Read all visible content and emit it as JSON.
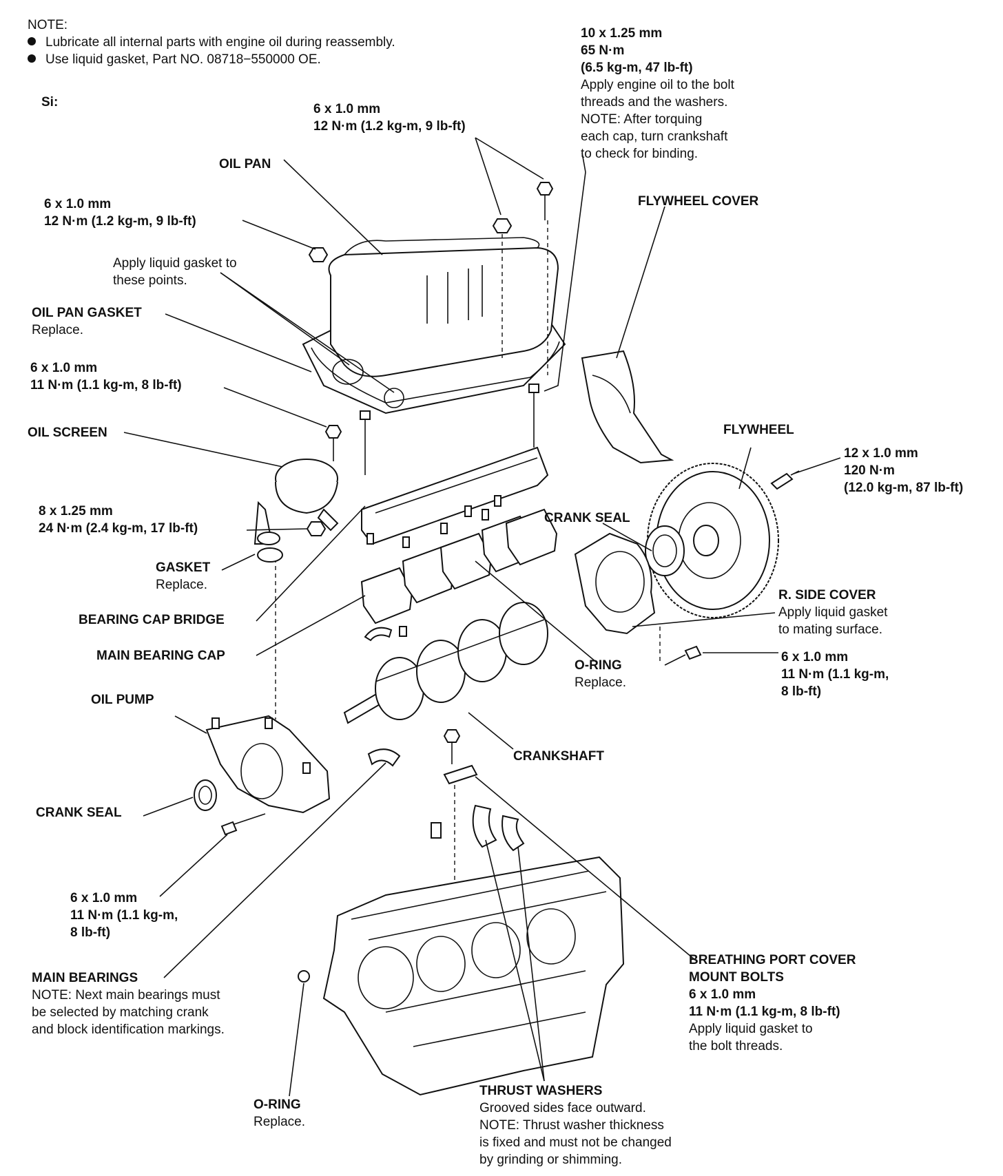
{
  "notes": {
    "heading": "NOTE:",
    "bullets": [
      "Lubricate all internal parts with engine oil during reassembly.",
      "Use liquid gasket, Part NO. 08718−550000 OE."
    ],
    "model": "Si:"
  },
  "labels": {
    "main_cap_bolt": [
      "10 x 1.25 mm",
      "65 N·m",
      "(6.5 kg-m, 47 lb-ft)",
      "Apply engine oil to the bolt",
      "threads and the washers.",
      "NOTE: After torquing",
      "each cap, turn crankshaft",
      "to check for binding."
    ],
    "oil_pan_nut": [
      "6 x 1.0 mm",
      "12 N·m (1.2 kg-m, 9 lb-ft)"
    ],
    "oil_pan": [
      "OIL PAN"
    ],
    "flywheel_cover": [
      "FLYWHEEL COVER"
    ],
    "oil_pan_bolt_left": [
      "6 x 1.0 mm",
      "12 N·m (1.2 kg-m, 9 lb-ft)"
    ],
    "apply_gasket_points": [
      "Apply liquid gasket to",
      "these points."
    ],
    "oil_pan_gasket": [
      "OIL PAN GASKET",
      "Replace."
    ],
    "oil_screen_bolt": [
      "6 x 1.0 mm",
      "11 N·m (1.1 kg-m, 8 lb-ft)"
    ],
    "oil_screen": [
      "OIL SCREEN"
    ],
    "flywheel": [
      "FLYWHEEL"
    ],
    "flywheel_bolt": [
      "12 x 1.0 mm",
      "120 N·m",
      "(12.0 kg-m, 87 lb-ft)"
    ],
    "oil_screen_nut": [
      "8 x 1.25 mm",
      "24 N·m (2.4 kg-m, 17 lb-ft)"
    ],
    "crank_seal_right": [
      "CRANK SEAL"
    ],
    "gasket": [
      "GASKET",
      "Replace."
    ],
    "r_side_cover": [
      "R. SIDE COVER",
      "Apply liquid gasket",
      "to mating surface."
    ],
    "bearing_cap_bridge": [
      "BEARING CAP BRIDGE"
    ],
    "side_cover_bolt": [
      "6 x 1.0 mm",
      "11 N·m (1.1 kg-m,",
      "8 lb-ft)"
    ],
    "main_bearing_cap": [
      "MAIN BEARING CAP"
    ],
    "o_ring_upper": [
      "O-RING",
      "Replace."
    ],
    "oil_pump": [
      "OIL PUMP"
    ],
    "crankshaft": [
      "CRANKSHAFT"
    ],
    "crank_seal_left": [
      "CRANK SEAL"
    ],
    "oil_pump_bolt": [
      "6 x 1.0 mm",
      "11 N·m (1.1 kg-m,",
      "8 lb-ft)"
    ],
    "breathing_port": [
      "BREATHING PORT COVER",
      "MOUNT BOLTS",
      "6 x 1.0 mm",
      "11 N·m (1.1 kg-m, 8 lb-ft)",
      "Apply liquid gasket to",
      "the bolt threads."
    ],
    "main_bearings": [
      "MAIN BEARINGS",
      "NOTE: Next main bearings must",
      "be selected by matching crank",
      "and block identification markings."
    ],
    "o_ring_lower": [
      "O-RING",
      "Replace."
    ],
    "thrust_washers": [
      "THRUST WASHERS",
      "Grooved sides face outward.",
      "NOTE: Thrust washer thickness",
      "is fixed and must not be changed",
      "by grinding or shimming."
    ]
  }
}
